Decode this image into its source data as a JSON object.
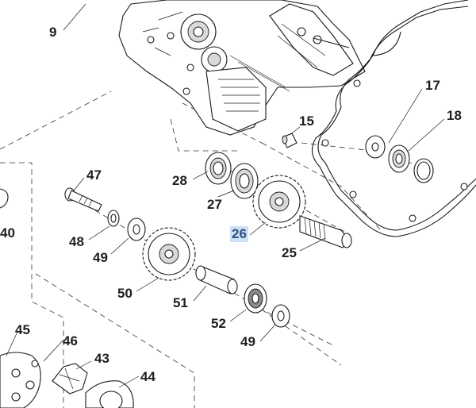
{
  "callouts": {
    "c9": "9",
    "c15": "15",
    "c17": "17",
    "c18": "18",
    "c25": "25",
    "c26": "26",
    "c27": "27",
    "c28": "28",
    "c40": "40",
    "c43": "43",
    "c44": "44",
    "c45": "45",
    "c46": "46",
    "c47": "47",
    "c48": "48",
    "c49a": "49",
    "c49b": "49",
    "c50": "50",
    "c51": "51",
    "c52": "52"
  },
  "highlight_color": "#cfe0f3",
  "highlight_text_color": "#2d4f86"
}
